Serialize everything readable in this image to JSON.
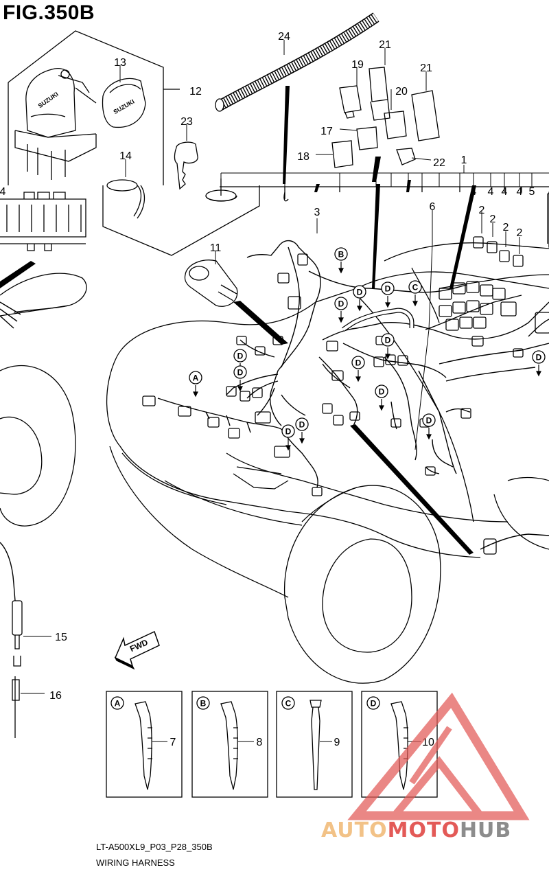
{
  "figure": {
    "title": "FIG.350B"
  },
  "footer": {
    "code": "LT-A500XL9_P03_P28_350B",
    "name": "WIRING HARNESS"
  },
  "direction_label": "FWD",
  "brand_text": "SUZUKI",
  "watermark": {
    "part1": "AUTO",
    "part2": "MOTO",
    "part3": "HUB",
    "color1": "#f2c287",
    "color2": "#e35a57",
    "color3": "#8c8c8c"
  },
  "callouts": [
    "1",
    "2",
    "3",
    "4",
    "5",
    "6",
    "7",
    "8",
    "9",
    "10",
    "11",
    "12",
    "13",
    "14",
    "15",
    "16",
    "17",
    "18",
    "19",
    "20",
    "21",
    "22",
    "23",
    "24"
  ],
  "harness_markers": [
    "A",
    "B",
    "C",
    "D"
  ],
  "detail_boxes": [
    {
      "letter": "A",
      "part": "7"
    },
    {
      "letter": "B",
      "part": "8"
    },
    {
      "letter": "C",
      "part": "9"
    },
    {
      "letter": "D",
      "part": "10"
    }
  ],
  "colors": {
    "line": "#000000",
    "background": "#ffffff"
  }
}
